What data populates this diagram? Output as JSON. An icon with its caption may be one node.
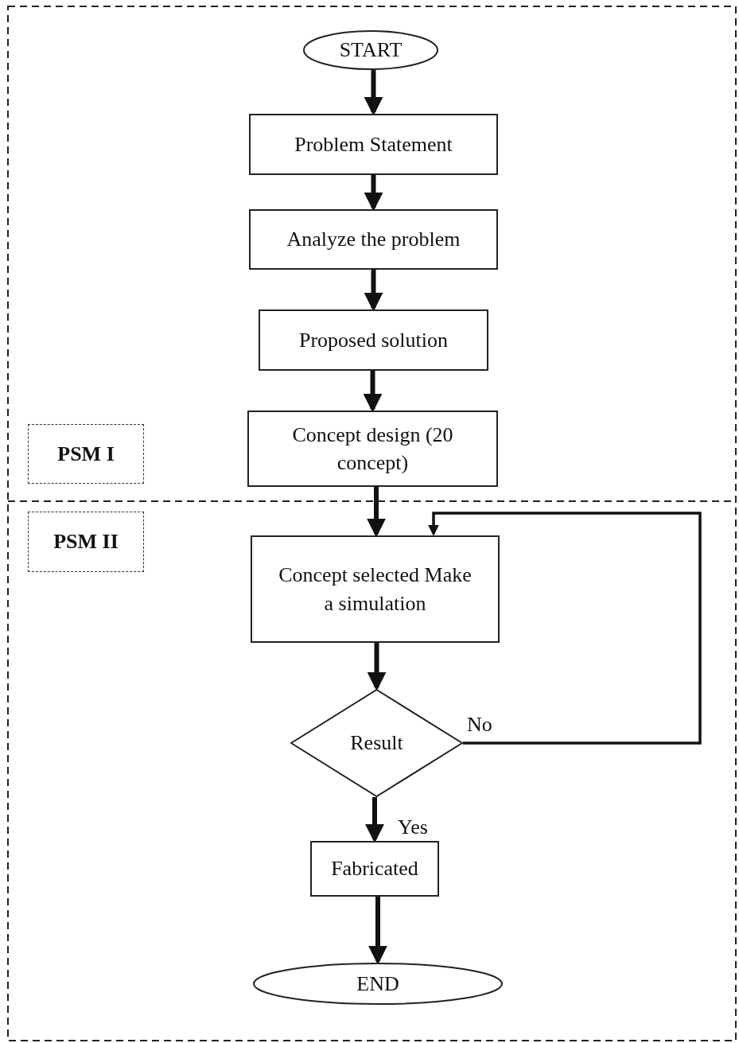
{
  "diagram": {
    "nodes": [
      {
        "text": [
          "START"
        ]
      },
      {
        "text": [
          "Problem Statement"
        ]
      },
      {
        "text": [
          "Analyze the problem"
        ]
      },
      {
        "text": [
          "Proposed solution"
        ]
      },
      {
        "text": [
          "Concept design (20 concept)"
        ]
      },
      {
        "text": [
          "PSM I"
        ]
      },
      {
        "text": [
          "PSM II"
        ]
      },
      {
        "text": [
          "Concept selected Make a simulation"
        ]
      },
      {
        "text": [
          "Result"
        ]
      },
      {
        "text": [
          "Fabricated"
        ]
      },
      {
        "text": [
          "END"
        ]
      }
    ],
    "edges": [
      {
        "from": 0,
        "to": 1,
        "arrow": "to"
      },
      {
        "from": 1,
        "to": 2,
        "arrow": "to"
      },
      {
        "from": 2,
        "to": 3,
        "arrow": "to"
      },
      {
        "from": 3,
        "to": 4,
        "arrow": "to"
      },
      {
        "from": 4,
        "to": 7,
        "arrow": "to"
      },
      {
        "from": 7,
        "to": 8,
        "arrow": "to"
      },
      {
        "from": 8,
        "to": 9,
        "label": "Yes",
        "arrow": "to"
      },
      {
        "from": 9,
        "to": 10,
        "arrow": "to"
      },
      {
        "from": 8,
        "to": 7,
        "label": "No",
        "arrow": "to"
      }
    ]
  }
}
